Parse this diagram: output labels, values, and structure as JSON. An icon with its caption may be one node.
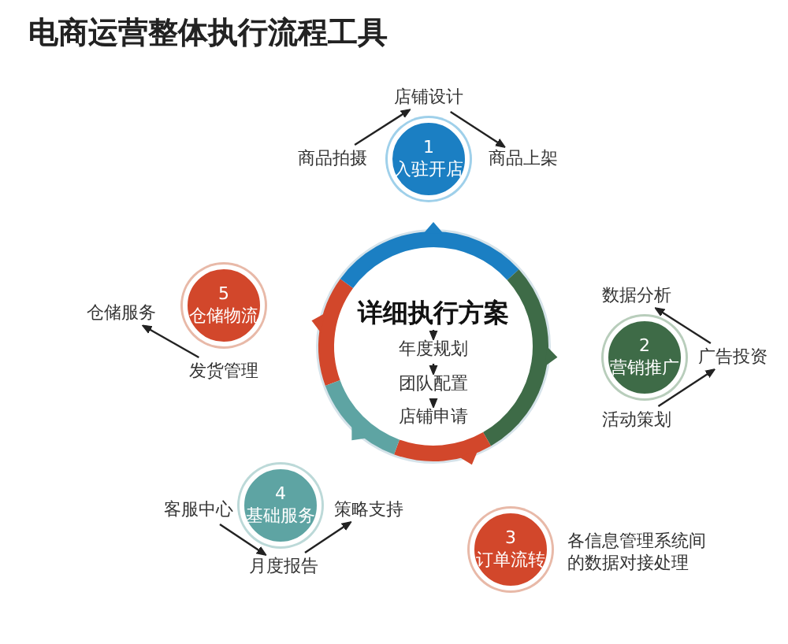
{
  "diagram": {
    "title": "电商运营整体执行流程工具",
    "nodes": [
      {
        "text": [],
        "shape": "circle"
      },
      {
        "text": [
          "详细执行方案"
        ],
        "in": 0
      },
      {
        "text": [
          "年度规划"
        ],
        "in": 0
      },
      {
        "text": [
          "团队配置"
        ],
        "in": 0
      },
      {
        "text": [
          "店铺申请"
        ],
        "in": 0
      },
      {
        "text": [
          "1",
          "入驻开店"
        ]
      },
      {
        "text": [
          "店铺设计"
        ]
      },
      {
        "text": [
          "商品拍摄"
        ]
      },
      {
        "text": [
          "商品上架"
        ]
      },
      {
        "text": [
          "2",
          "营销推广"
        ]
      },
      {
        "text": [
          "数据分析"
        ]
      },
      {
        "text": [
          "广告投资"
        ]
      },
      {
        "text": [
          "活动策划"
        ]
      },
      {
        "text": [
          "5",
          "仓储物流"
        ]
      },
      {
        "text": [
          "仓储服务"
        ]
      },
      {
        "text": [
          "发货管理"
        ]
      },
      {
        "text": [
          "4",
          "基础服务"
        ]
      },
      {
        "text": [
          "客服中心"
        ]
      },
      {
        "text": [
          "策略支持"
        ]
      },
      {
        "text": [
          "月度报告"
        ]
      },
      {
        "text": [
          "3",
          "订单流转"
        ],
        "beside": [
          "各信息管理系统间的数据对接处理"
        ]
      }
    ],
    "edges": [
      {
        "from": 1,
        "to": 2,
        "arrow": "to"
      },
      {
        "from": 2,
        "to": 3,
        "arrow": "to"
      },
      {
        "from": 3,
        "to": 4,
        "arrow": "to"
      },
      {
        "from": 7,
        "to": 6,
        "arrow": "to"
      },
      {
        "from": 6,
        "to": 8,
        "arrow": "to"
      },
      {
        "from": 12,
        "to": 11,
        "arrow": "to"
      },
      {
        "from": 11,
        "to": 10,
        "arrow": "to"
      },
      {
        "from": 15,
        "to": 14,
        "arrow": "to"
      },
      {
        "from": 17,
        "to": 19,
        "arrow": "to"
      },
      {
        "from": 19,
        "to": 18,
        "arrow": "to"
      }
    ]
  }
}
